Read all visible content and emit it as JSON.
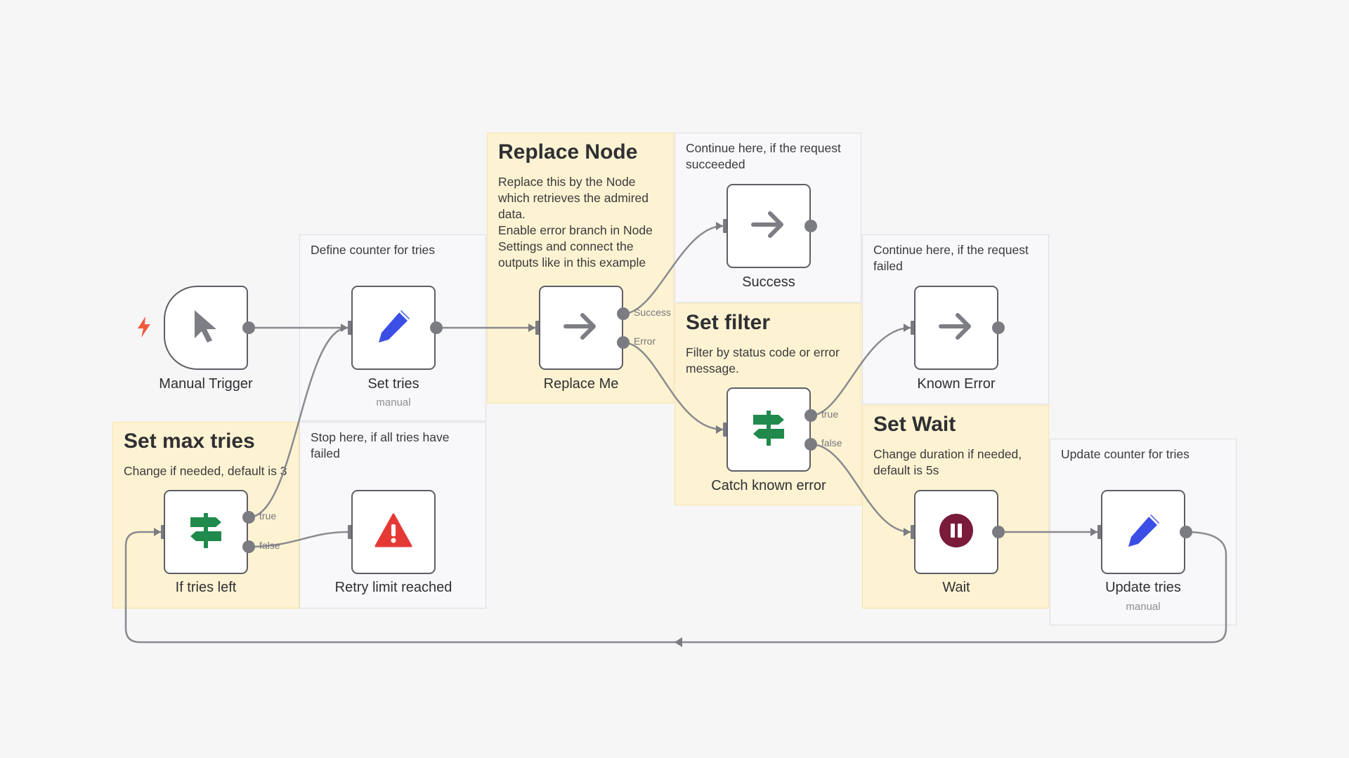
{
  "notes": {
    "replace_node": {
      "title": "Replace Node",
      "body": "Replace this by the Node which retrieves the admired data.\nEnable error branch in Node Settings and connect the outputs like in this example"
    },
    "continue_success": {
      "body": "Continue here, if the request succeeded"
    },
    "define_counter": {
      "body": "Define counter for tries"
    },
    "continue_failed": {
      "body": "Continue here, if the request failed"
    },
    "set_filter": {
      "title": "Set filter",
      "body": "Filter by status code or error message."
    },
    "set_max_tries": {
      "title": "Set max tries",
      "body": "Change if needed, default is 3"
    },
    "stop_here": {
      "body": "Stop here, if all tries have failed"
    },
    "set_wait": {
      "title": "Set Wait",
      "body": "Change duration if needed, default is 5s"
    },
    "update_counter": {
      "body": "Update counter for tries"
    }
  },
  "nodes": {
    "manual_trigger": {
      "label": "Manual Trigger",
      "icon": "cursor-icon"
    },
    "set_tries": {
      "label": "Set tries",
      "subtitle": "manual",
      "icon": "pencil-icon"
    },
    "replace_me": {
      "label": "Replace Me",
      "icon": "arrow-right-icon"
    },
    "success": {
      "label": "Success",
      "icon": "arrow-right-icon"
    },
    "known_error": {
      "label": "Known Error",
      "icon": "arrow-right-icon"
    },
    "catch_known_error": {
      "label": "Catch known error",
      "icon": "signpost-icon"
    },
    "if_tries_left": {
      "label": "If tries left",
      "icon": "signpost-icon"
    },
    "retry_limit_reached": {
      "label": "Retry limit reached",
      "icon": "warning-icon"
    },
    "wait": {
      "label": "Wait",
      "icon": "pause-icon"
    },
    "update_tries": {
      "label": "Update tries",
      "subtitle": "manual",
      "icon": "pencil-icon"
    }
  },
  "handles": {
    "success": "Success",
    "error": "Error",
    "true": "true",
    "false": "false"
  },
  "colors": {
    "canvas": "#f6f6f7",
    "sticky_yellow": "#fdf3d2",
    "sticky_gray": "#f8f8fa",
    "connection": "#8a8a90",
    "pencil": "#3b4ee6",
    "signpost": "#1f8a4c",
    "warning": "#e53935",
    "pause": "#7a1b3a",
    "trigger_bolt": "#f05a3c"
  }
}
